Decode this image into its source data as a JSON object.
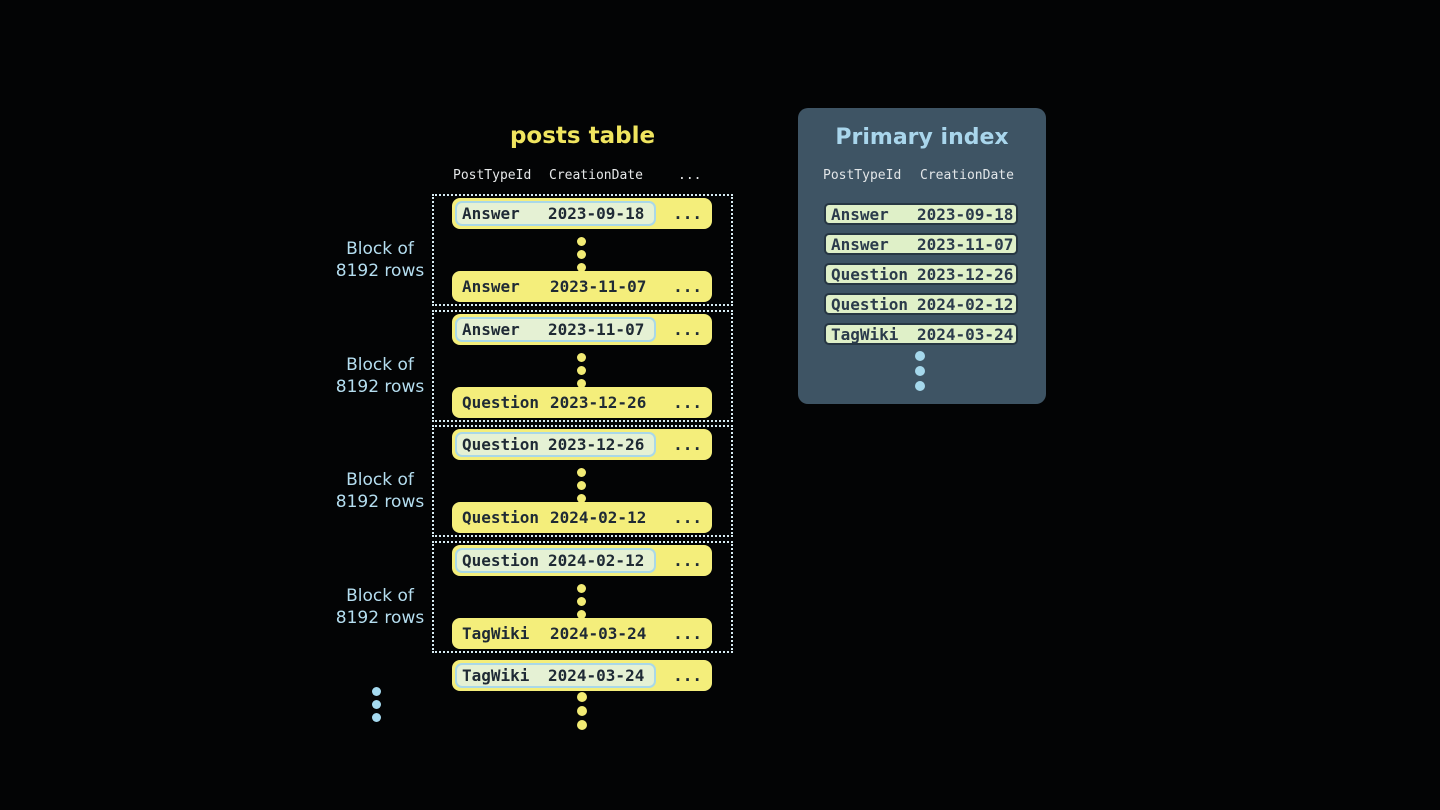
{
  "posts": {
    "title": "posts table",
    "columns": [
      "PostTypeId",
      "CreationDate"
    ],
    "header_ellipsis": "...",
    "row_ellipsis": "...",
    "block_label": {
      "line1": "Block of",
      "line2": "8192 rows"
    },
    "blocks": [
      {
        "first_row": {
          "type": "Answer",
          "date": "2023-09-18"
        },
        "last_row": {
          "type": "Answer",
          "date": "2023-11-07"
        }
      },
      {
        "first_row": {
          "type": "Answer",
          "date": "2023-11-07"
        },
        "last_row": {
          "type": "Question",
          "date": "2023-12-26"
        }
      },
      {
        "first_row": {
          "type": "Question",
          "date": "2023-12-26"
        },
        "last_row": {
          "type": "Question",
          "date": "2024-02-12"
        }
      },
      {
        "first_row": {
          "type": "Question",
          "date": "2024-02-12"
        },
        "last_row": {
          "type": "TagWiki",
          "date": "2024-03-24"
        }
      }
    ],
    "overflow_row": {
      "type": "TagWiki",
      "date": "2024-03-24"
    }
  },
  "primary_index": {
    "title": "Primary index",
    "columns": [
      "PostTypeId",
      "CreationDate"
    ],
    "rows": [
      {
        "type": "Answer",
        "date": "2023-09-18"
      },
      {
        "type": "Answer",
        "date": "2023-11-07"
      },
      {
        "type": "Question",
        "date": "2023-12-26"
      },
      {
        "type": "Question",
        "date": "2024-02-12"
      },
      {
        "type": "TagWiki",
        "date": "2024-03-24"
      }
    ]
  },
  "colors": {
    "background": "#030405",
    "row_yellow": "#f4ee7b",
    "posts_title_yellow": "#f0e55f",
    "dark_text": "#1f2a35",
    "highlight_green": "#e5f1d4",
    "highlight_border_blue": "#a9d8e8",
    "index_row_green": "#dff0c8",
    "index_row_border": "#273743",
    "panel_slate": "#3e5464",
    "light_blue_text": "#a9d6ec",
    "block_label_blue": "#b5def0",
    "dotted_border": "#d7ebf2",
    "yellow_dot": "#f2eb74",
    "blue_dot": "#a5daf0"
  }
}
